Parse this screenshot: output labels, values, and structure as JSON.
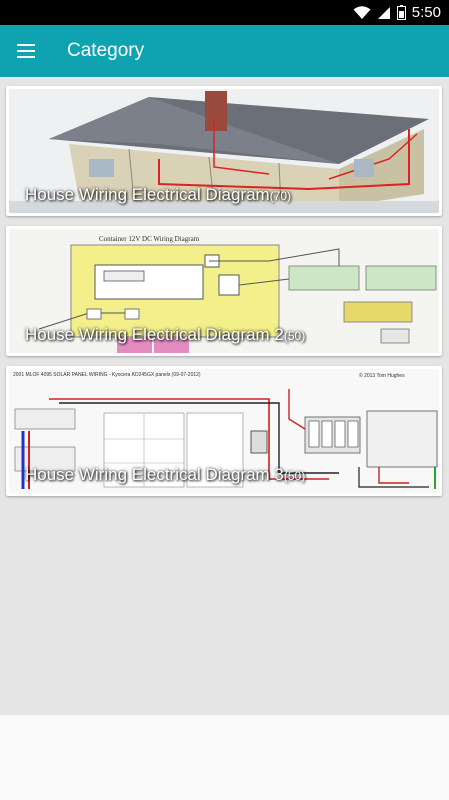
{
  "status_bar": {
    "time": "5:50",
    "icons": [
      "wifi-icon",
      "signal-icon",
      "battery-icon"
    ]
  },
  "app_bar": {
    "title": "Category",
    "menu_icon": "hamburger-menu-icon",
    "color": "#0fa3b1"
  },
  "categories": [
    {
      "title": "House Wiring Electrical Diagram",
      "count": "(70)"
    },
    {
      "title": "House Wiring Electrical Diagram 2",
      "count": "(50)"
    },
    {
      "title": "House Wiring Electrical Diagram 3",
      "count": "(50)"
    }
  ],
  "diagram_texts": {
    "card2_heading": "Container 12V DC Wiring Diagram",
    "card3_heading": "2001 MLOF 4095 SOLAR PANEL WIRING - Kyocera KD245GX panels (09-07-2012)",
    "card3_credit": "© 2013 Tom Hughes"
  }
}
